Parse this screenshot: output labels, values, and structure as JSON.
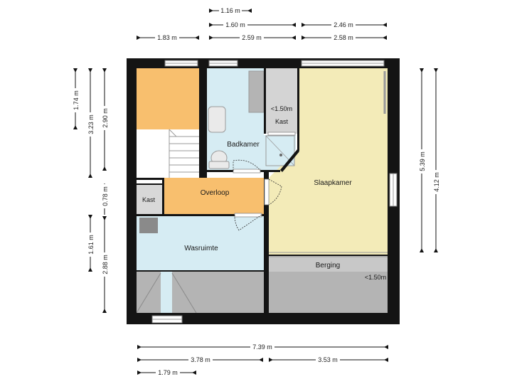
{
  "colors": {
    "wall": "#141414",
    "bath": "#d6ecf3",
    "bedroom": "#f3ebb8",
    "landing": "#f8bf6e",
    "storage": "#b4b4b4",
    "white": "#ffffff"
  },
  "rooms": {
    "badkamer": "Badkamer",
    "overloop": "Overloop",
    "slaapkamer": "Slaapkamer",
    "wasruimte": "Wasruimte",
    "berging": "Berging",
    "kast_left": "Kast",
    "kast_top": "Kast"
  },
  "notes": {
    "height_top": "<1.50m",
    "height_berging": "<1.50m"
  },
  "dimensions": {
    "top": {
      "d_1_16": "1.16 m",
      "d_1_60": "1.60 m",
      "d_2_46": "2.46 m",
      "d_1_83": "1.83 m",
      "d_2_59": "2.59 m",
      "d_2_58": "2.58 m"
    },
    "left": {
      "d_1_74": "1.74 m",
      "d_3_23": "3.23 m",
      "d_2_90": "2.90 m",
      "d_0_78": "0.78 m",
      "d_1_61": "1.61 m",
      "d_2_88": "2.88 m"
    },
    "right": {
      "d_5_39": "5.39 m",
      "d_4_12": "4.12 m"
    },
    "bottom": {
      "d_7_39": "7.39 m",
      "d_3_78": "3.78 m",
      "d_3_53": "3.53 m",
      "d_1_79": "1.79 m"
    }
  }
}
